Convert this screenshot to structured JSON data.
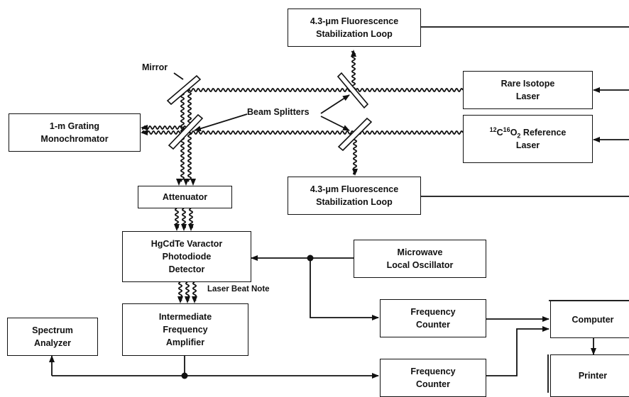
{
  "boxes": {
    "fluor_top": {
      "line1": "4.3-μm Fluorescence",
      "line2": "Stabilization Loop"
    },
    "fluor_bottom": {
      "line1": "4.3-μm Fluorescence",
      "line2": "Stabilization Loop"
    },
    "rare_laser": {
      "line1": "Rare Isotope",
      "line2": "Laser"
    },
    "ref_laser": {
      "sup1": "12",
      "mid1": "C",
      "sup2": "16",
      "mid2": "O",
      "sub": "2",
      "tail": " Reference",
      "line2": "Laser"
    },
    "monochromator": {
      "line1": "1-m Grating",
      "line2": "Monochromator"
    },
    "attenuator": {
      "line1": "Attenuator"
    },
    "detector": {
      "line1": "HgCdTe Varactor",
      "line2": "Photodiode",
      "line3": "Detector"
    },
    "microwave": {
      "line1": "Microwave",
      "line2": "Local Oscillator"
    },
    "if_amp": {
      "line1": "Intermediate",
      "line2": "Frequency",
      "line3": "Amplifier"
    },
    "freq_counter_1": {
      "line1": "Frequency",
      "line2": "Counter"
    },
    "freq_counter_2": {
      "line1": "Frequency",
      "line2": "Counter"
    },
    "computer": {
      "line1": "Computer"
    },
    "printer": {
      "line1": "Printer"
    },
    "spectrum": {
      "line1": "Spectrum",
      "line2": "Analyzer"
    }
  },
  "labels": {
    "mirror": "Mirror",
    "beam_splitters": "Beam Splitters",
    "beat_note": "Laser Beat Note"
  }
}
